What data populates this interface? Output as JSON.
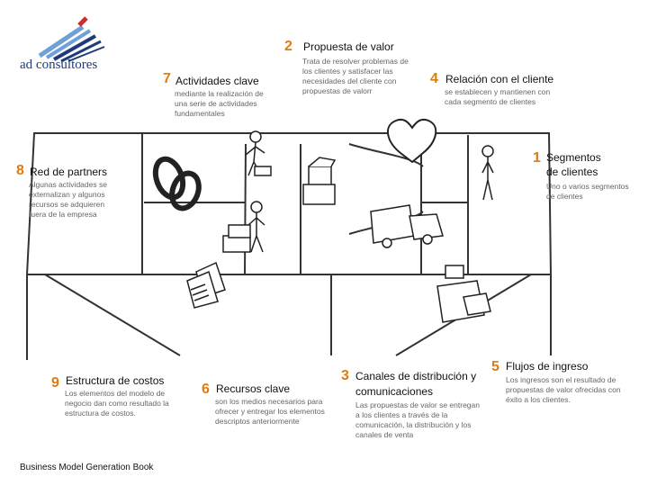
{
  "logo": {
    "text": "ad consultores",
    "icon": "company-logo-icon",
    "colors": {
      "blue": "#1d3b7a",
      "lightblue": "#6fa0d8",
      "accent": "#c9302c"
    }
  },
  "blocks": {
    "value_proposition": {
      "number": "2",
      "title": "Propuesta de valor",
      "description": "Trata de resolver problemas de los clientes y satisfacer las necesidades del cliente con propuestas de valorr"
    },
    "key_activities": {
      "number": "7",
      "title": "Actividades clave",
      "description": "mediante la realización de una serie de actividades fundamentales"
    },
    "customer_relationships": {
      "number": "4",
      "title": "Relación con el cliente",
      "description": "se establecen y mantienen con cada segmento de clientes"
    },
    "customer_segments": {
      "number": "1",
      "title_line1": "Segmentos",
      "title_line2": "de clientes",
      "description": "Uno o varios segmentos de clientes"
    },
    "key_partners": {
      "number": "8",
      "title": "Red de partners",
      "description": "Algunas actividades se externalizan y algunos recursos se adquieren fuera de la empresa"
    },
    "cost_structure": {
      "number": "9",
      "title": "Estructura de costos",
      "description": "Los elementos del modelo de negocio dan como resultado la estructura de costos."
    },
    "key_resources": {
      "number": "6",
      "title": "Recursos clave",
      "description": "son los medios necesarios para ofrecer y entregar los elementos descriptos anteriormente"
    },
    "channels": {
      "number": "3",
      "title_line1": "Canales de distribución y",
      "title_line2": "comunicaciones",
      "description": "Las propuestas de valor se entregan a los clientes a través de la comunicación, la distribución y los canales de venta"
    },
    "revenue_streams": {
      "number": "5",
      "title": "Flujos de ingreso",
      "description": "Los ingresos son el resultado de propuestas de valor ofrecidas con éxito a los clientes."
    }
  },
  "footer": {
    "text": "Business Model Generation Book"
  },
  "colors": {
    "number": "#e07b10",
    "line": "#333333",
    "description": "#666666"
  }
}
